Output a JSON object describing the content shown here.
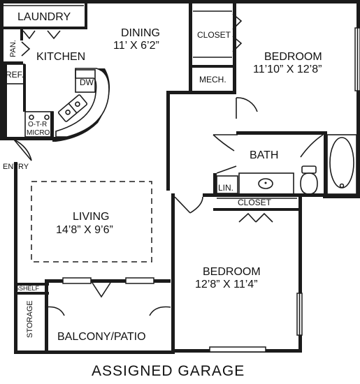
{
  "plan": {
    "rooms": {
      "laundry": "LAUNDRY",
      "pantry": "PAN.",
      "kitchen": "KITCHEN",
      "refrigerator": "REF.",
      "dishwasher": "DW",
      "microwave_line1": "O-T-R",
      "microwave_line2": "MICRO.",
      "dining": "DINING",
      "dining_size": "11’ X 6’2”",
      "closet_top": "CLOSET",
      "mech": "MECH.",
      "bedroom1": "BEDROOM",
      "bedroom1_size": "11’10” X 12’8”",
      "bath": "BATH",
      "linen": "LIN.",
      "closet_middle": "CLOSET",
      "entry": "ENTRY",
      "living": "LIVING",
      "living_size": "14’8” X 9’6”",
      "shelf": "5SHELF",
      "storage": "STORAGE",
      "bedroom2": "BEDROOM",
      "bedroom2_size": "12’8” X 11’4”",
      "balcony": "BALCONY/PATIO"
    },
    "caption": "ASSIGNED GARAGE",
    "colors": {
      "wall": "#1b1b1b",
      "background": "#ffffff"
    }
  }
}
